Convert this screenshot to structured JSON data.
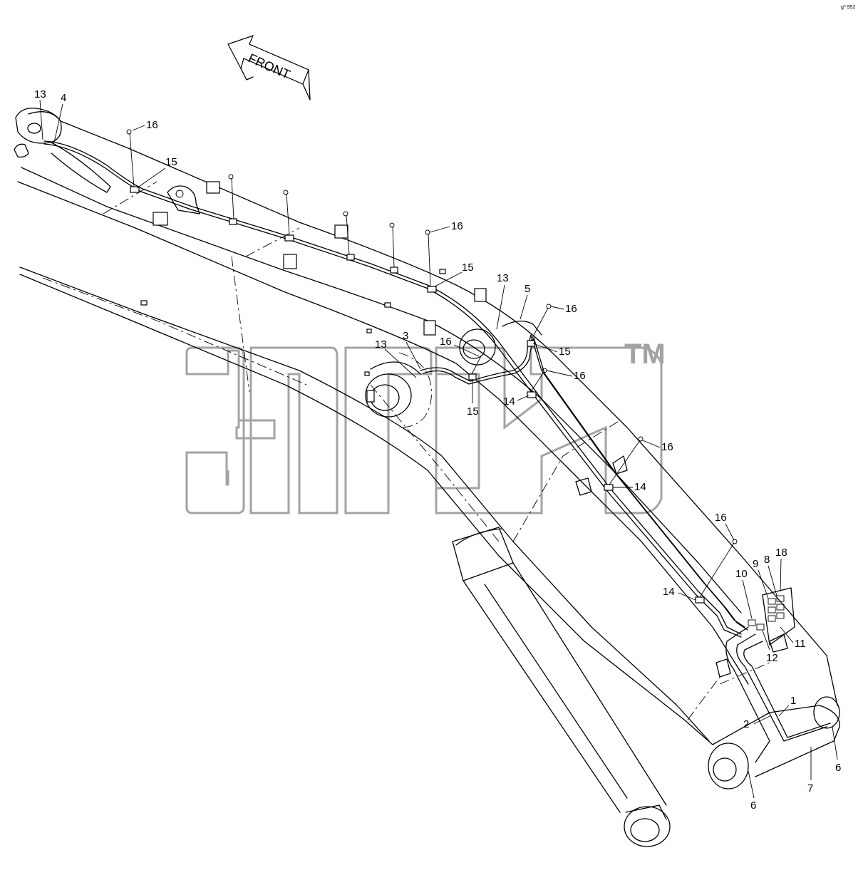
{
  "diagram": {
    "front_label": "FRONT",
    "corner_code": "g⁰ 952",
    "watermark_tm": "TM",
    "callouts": [
      {
        "id": "c13a",
        "text": "13"
      },
      {
        "id": "c4",
        "text": "4"
      },
      {
        "id": "c16a",
        "text": "16"
      },
      {
        "id": "c15a",
        "text": "15"
      },
      {
        "id": "c16b",
        "text": "16"
      },
      {
        "id": "c15b",
        "text": "15"
      },
      {
        "id": "c13b",
        "text": "13"
      },
      {
        "id": "c5",
        "text": "5"
      },
      {
        "id": "c16c",
        "text": "16"
      },
      {
        "id": "c13c",
        "text": "13"
      },
      {
        "id": "c3",
        "text": "3"
      },
      {
        "id": "c16d",
        "text": "16"
      },
      {
        "id": "c15c",
        "text": "15"
      },
      {
        "id": "c16e",
        "text": "16"
      },
      {
        "id": "c14a",
        "text": "14"
      },
      {
        "id": "c15d",
        "text": "15"
      },
      {
        "id": "c16f",
        "text": "16"
      },
      {
        "id": "c14b",
        "text": "14"
      },
      {
        "id": "c16g",
        "text": "16"
      },
      {
        "id": "c9",
        "text": "9"
      },
      {
        "id": "c8",
        "text": "8"
      },
      {
        "id": "c18",
        "text": "18"
      },
      {
        "id": "c10",
        "text": "10"
      },
      {
        "id": "c14c",
        "text": "14"
      },
      {
        "id": "c11",
        "text": "11"
      },
      {
        "id": "c12",
        "text": "12"
      },
      {
        "id": "c1",
        "text": "1"
      },
      {
        "id": "c2",
        "text": "2"
      },
      {
        "id": "c6a",
        "text": "6"
      },
      {
        "id": "c7",
        "text": "7"
      },
      {
        "id": "c6b",
        "text": "6"
      }
    ]
  }
}
